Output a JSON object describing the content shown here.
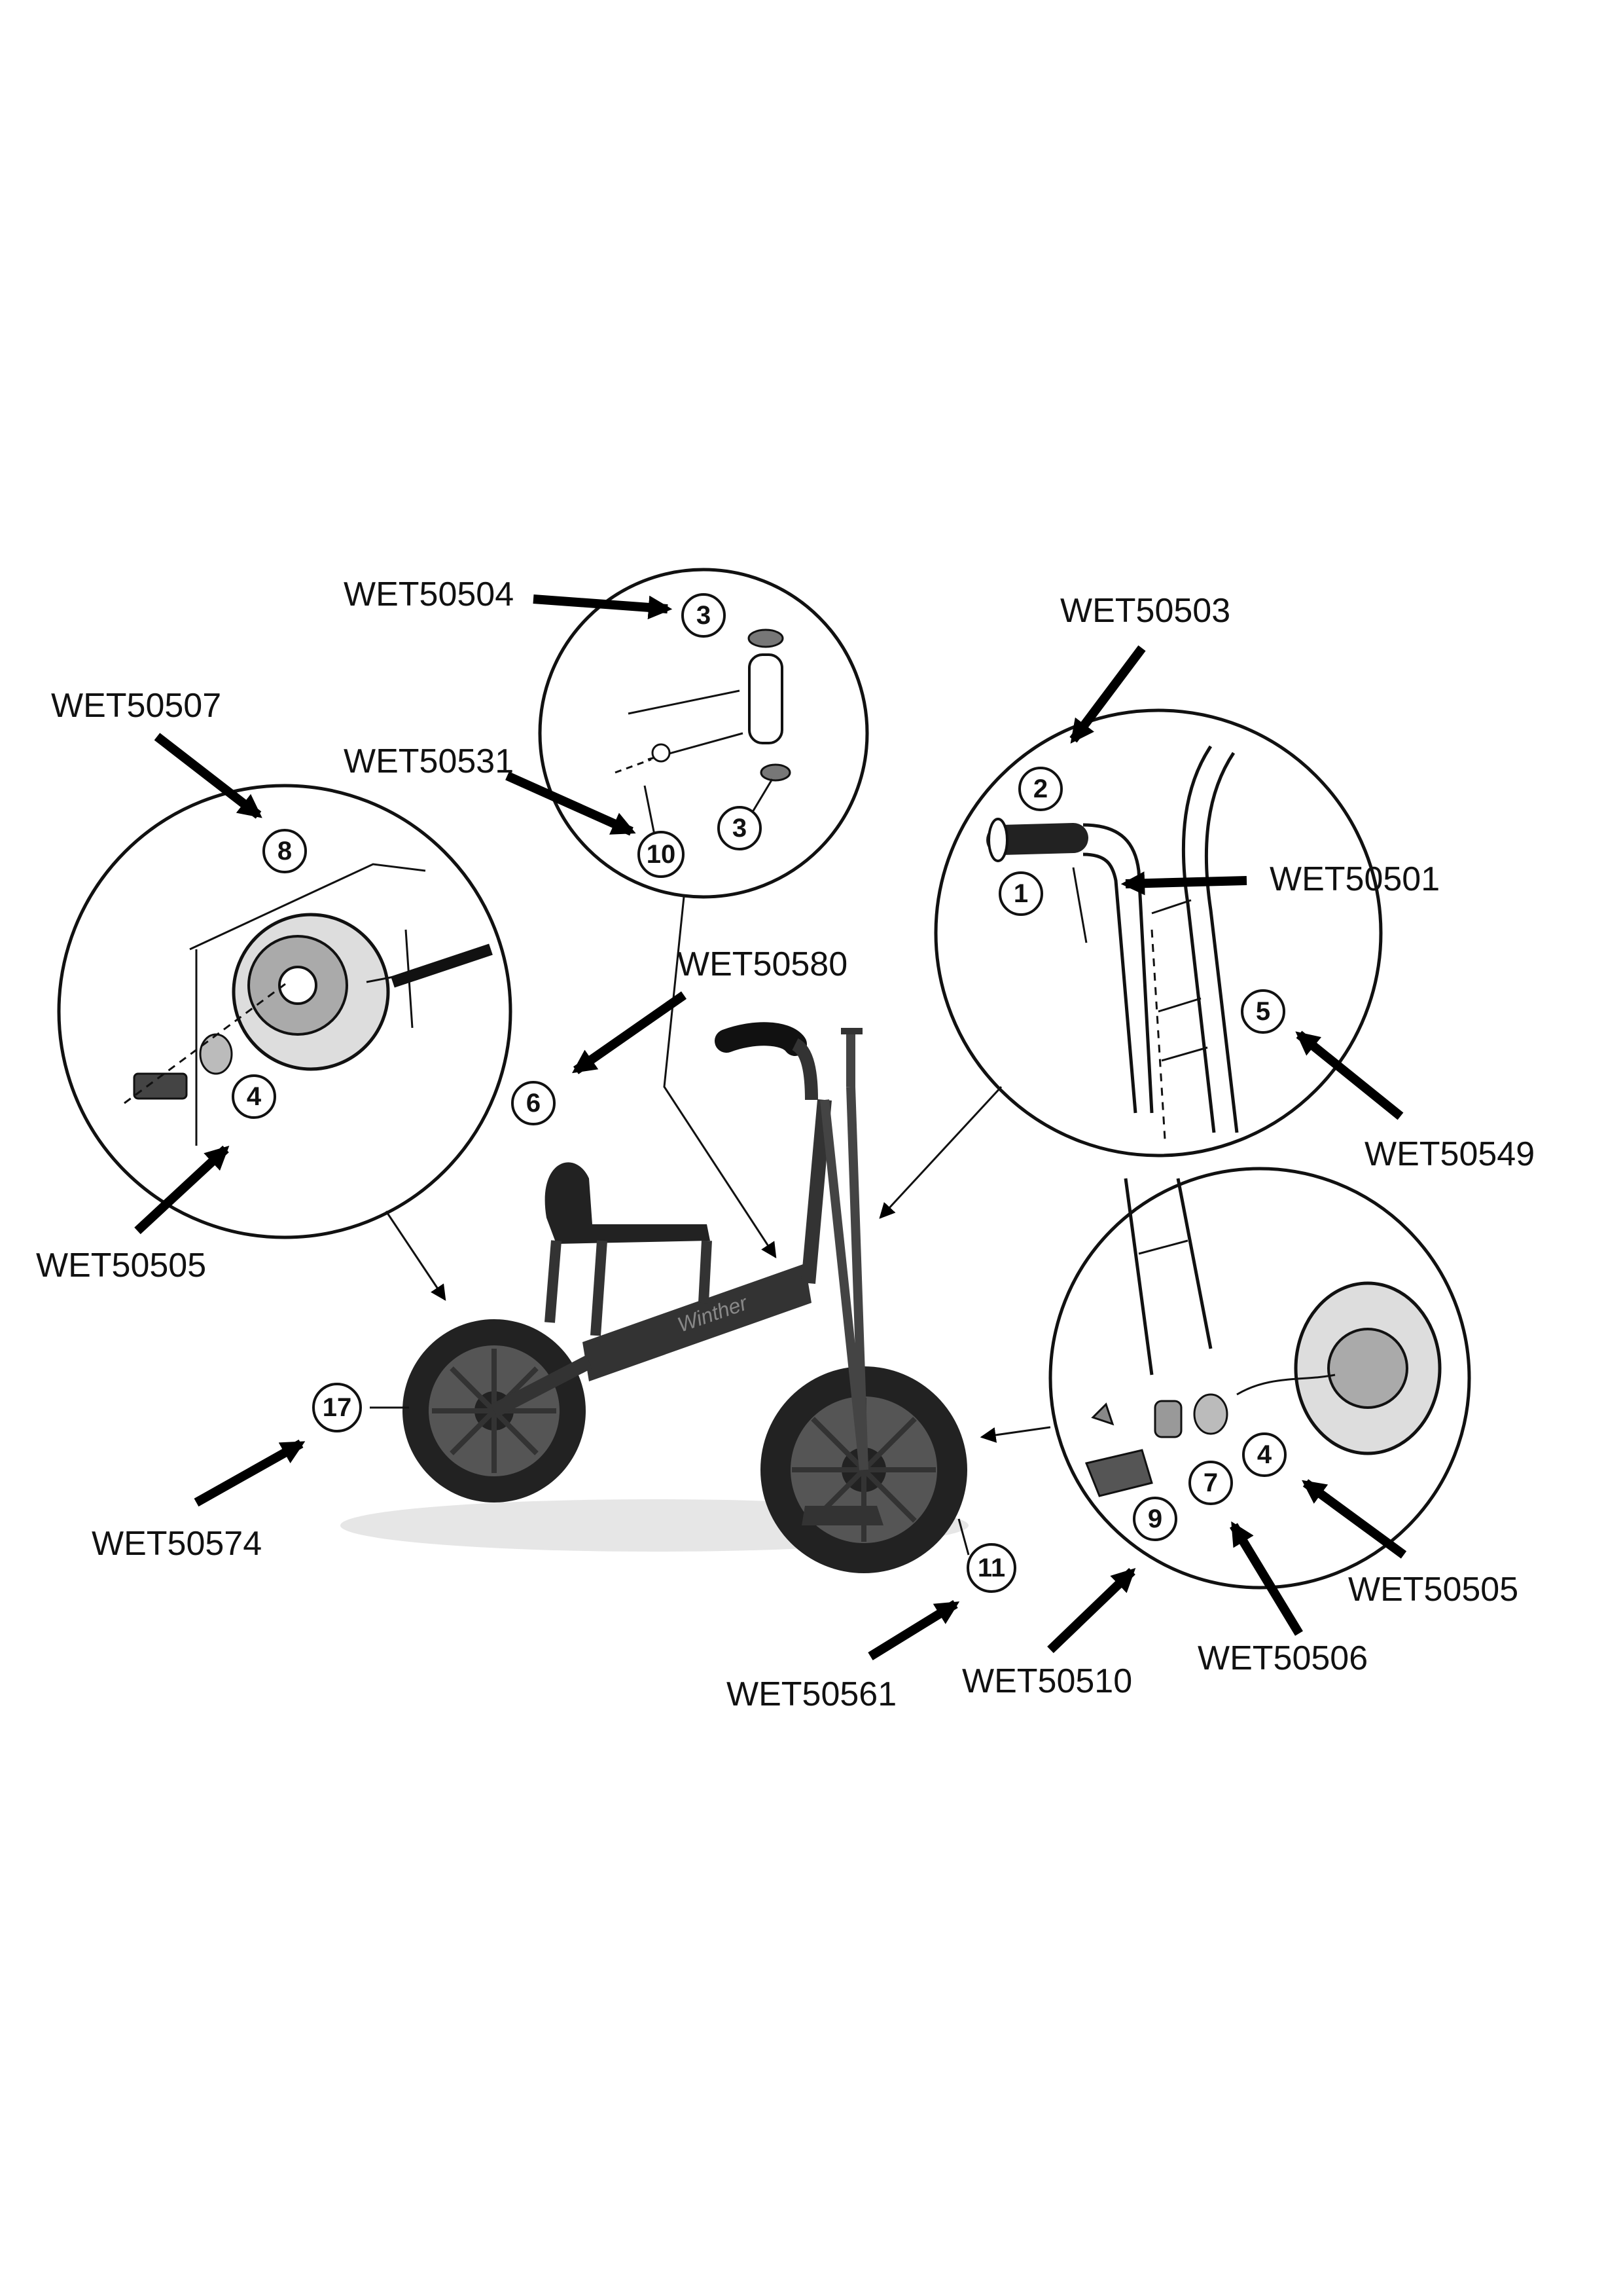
{
  "part_codes": {
    "wet50504": "WET50504",
    "wet50503": "WET50503",
    "wet50507": "WET50507",
    "wet50531": "WET50531",
    "wet50501": "WET50501",
    "wet50580": "WET50580",
    "wet50549": "WET50549",
    "wet50505_left": "WET50505",
    "wet50574": "WET50574",
    "wet50505_right": "WET50505",
    "wet50506": "WET50506",
    "wet50510": "WET50510",
    "wet50561": "WET50561"
  },
  "part_numbers": {
    "n1": "1",
    "n2": "2",
    "n3_top": "3",
    "n3_bottom": "3",
    "n4_left": "4",
    "n4_right": "4",
    "n5": "5",
    "n6": "6",
    "n7": "7",
    "n8": "8",
    "n9": "9",
    "n10": "10",
    "n11": "11",
    "n17": "17"
  },
  "frame_brand": "Winther"
}
